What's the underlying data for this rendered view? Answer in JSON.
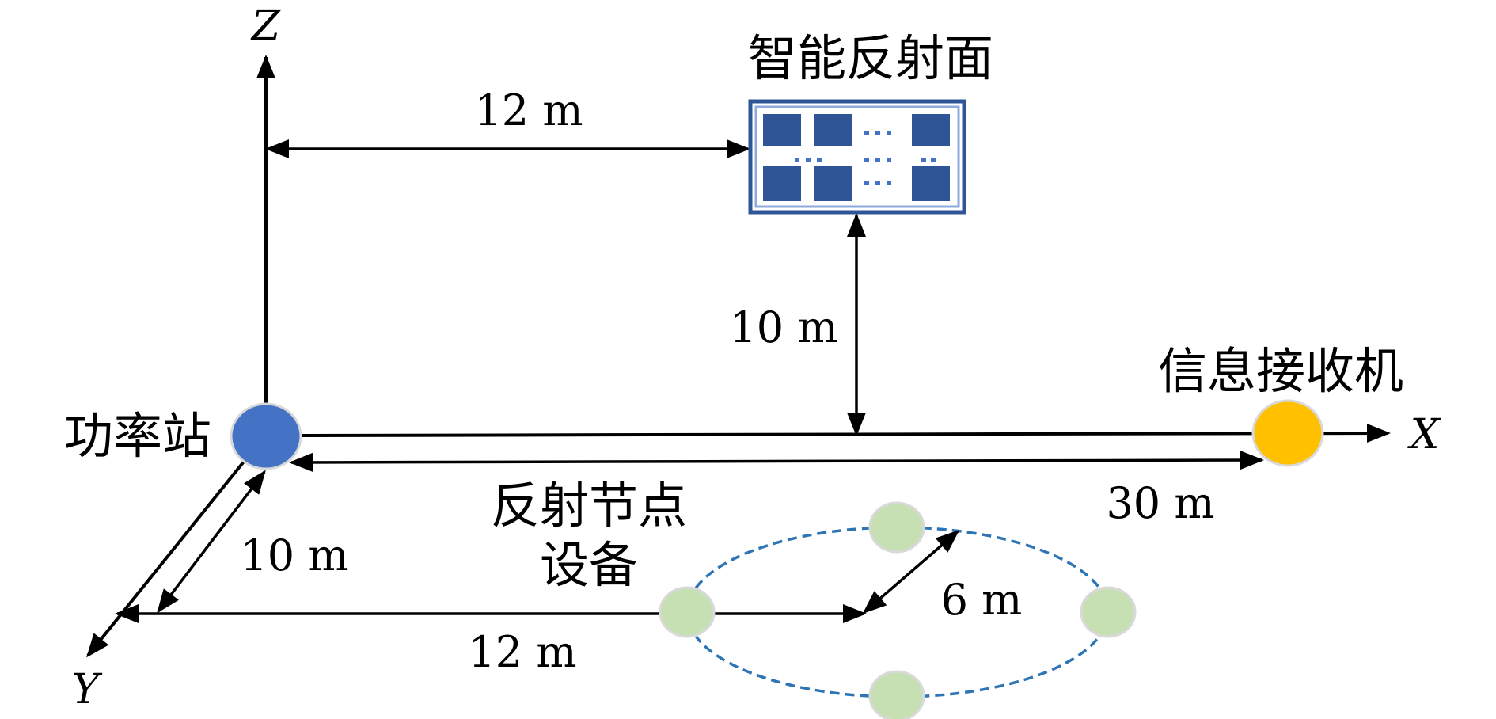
{
  "labels": {
    "axis_z": "Z",
    "axis_x": "X",
    "axis_y": "Y",
    "irs": "智能反射面",
    "power_station": "功率站",
    "receiver": "信息接收机",
    "reflect_line1": "反射节点",
    "reflect_line2": "设备"
  },
  "dimensions": {
    "station_to_irs_x": "12 m",
    "irs_height": "10 m",
    "station_to_receiver": "30 m",
    "station_to_y_offset": "10 m",
    "y_to_circle_center": "12 m",
    "circle_radius": "6 m"
  },
  "colors": {
    "power_station": "#4472C4",
    "receiver": "#FFC000",
    "reflect_node": "#C6E0B4",
    "node_outline": "#D9D9D9",
    "irs_panel": "#2F5597",
    "circle_dash": "#2E75B6"
  }
}
